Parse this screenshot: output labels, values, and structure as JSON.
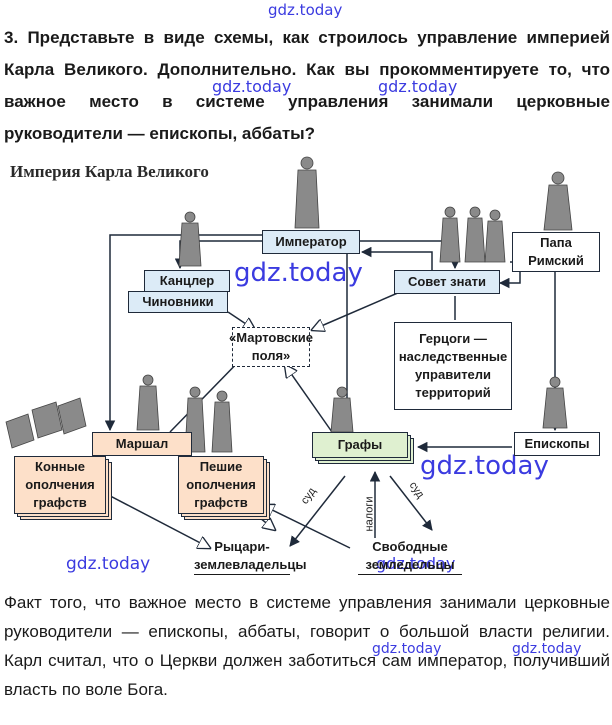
{
  "watermark": "gdz.today",
  "question": "3. Представьте в виде схемы, как строилось управление империей Карла Великого. Дополнительно. Как вы прокомментируете то, что важное место в системе управления занимали церковные руководители — епископы, аббаты?",
  "diagram": {
    "title": "Империя Карла Великого",
    "nodes": {
      "emperor": "Император",
      "chancellor": "Канцлер",
      "officials": "Чиновники",
      "council": "Совет знати",
      "pope": "Папа Римский",
      "assembly": "«Мартовские поля»",
      "dukes": "Герцоги — наследственные управители территорий",
      "bishops": "Епископы",
      "marshal": "Маршал",
      "cavalry": "Конные ополчения графств",
      "infantry": "Пешие ополчения графств",
      "counts": "Графы",
      "knights_line1": "Рыцари-",
      "knights_line2": "землевладельцы",
      "farmers_line1": "Свободные",
      "farmers_line2": "земледельцы"
    },
    "arrow_labels": {
      "court_left": "суд",
      "taxes": "налоги",
      "court_right": "суд"
    }
  },
  "answer": "Факт того, что важное место в системе управления занимали церковные руководители — епископы, аббаты, говорит о большой власти религии. Карл считал, что о Церкви должен заботиться сам император, получивший власть по воле Бога."
}
